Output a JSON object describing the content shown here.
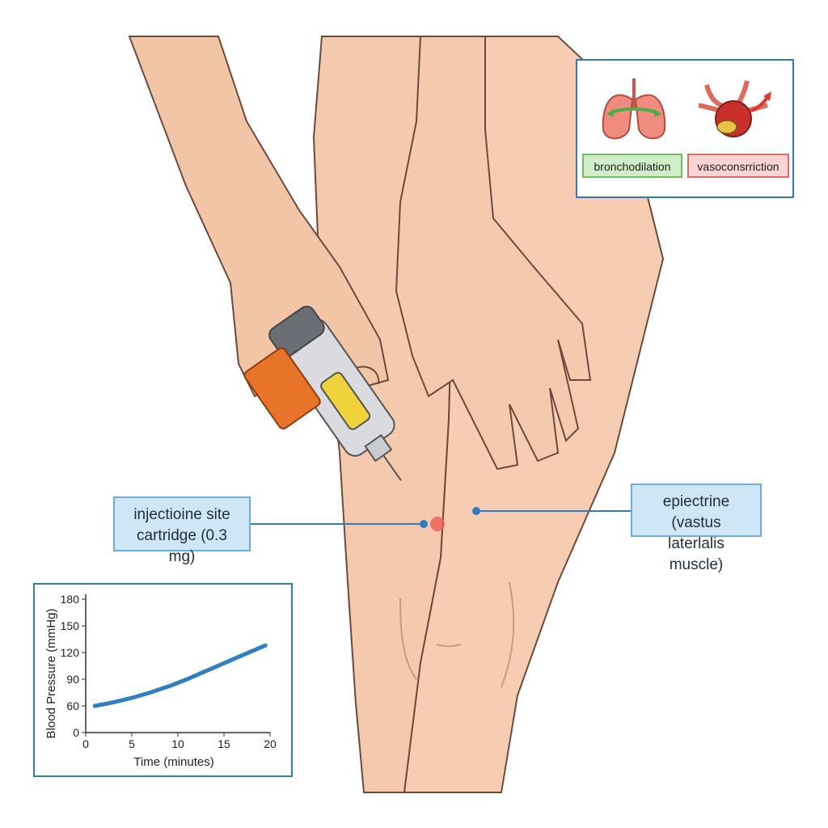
{
  "inset": {
    "tags": {
      "bronchodilation": "bronchodilation",
      "vasoconstriction": "vasoconsrriction"
    },
    "icons": [
      "lungs-icon",
      "heart-vessels-icon"
    ],
    "colors": {
      "border": "#2f7bc1",
      "green": "#6fbd63",
      "red": "#e06a66"
    }
  },
  "labels": {
    "injection_site": {
      "line1": "injectioine site",
      "line2": "cartridge (0.3 mg)"
    },
    "muscle": {
      "line1": "epiectrine (vastus",
      "line2": "laterlalis muscle)"
    }
  },
  "device": {
    "icon": "auto-injector-icon",
    "colors": {
      "cap": "#e8742a",
      "window": "#f0d23a",
      "body": "#d9dbde"
    }
  },
  "chart_data": {
    "type": "line",
    "xlabel": "Time (minutes)",
    "ylabel": "Blood Pressure (mmHg)",
    "x_ticks": [
      "0",
      "5",
      "10",
      "15",
      "20"
    ],
    "y_ticks": [
      "0",
      "60",
      "90",
      "120",
      "150",
      "180"
    ],
    "xlim": [
      0,
      20
    ],
    "y_tick_values": [
      0,
      60,
      90,
      120,
      150,
      180
    ],
    "series": [
      {
        "x": [
          1,
          3,
          5,
          7,
          9,
          11,
          13,
          15,
          17,
          19.5
        ],
        "values": [
          60,
          64,
          69,
          75,
          82,
          90,
          99,
          108,
          117,
          128
        ]
      }
    ],
    "color": "#2f7fc1",
    "grid": false
  }
}
